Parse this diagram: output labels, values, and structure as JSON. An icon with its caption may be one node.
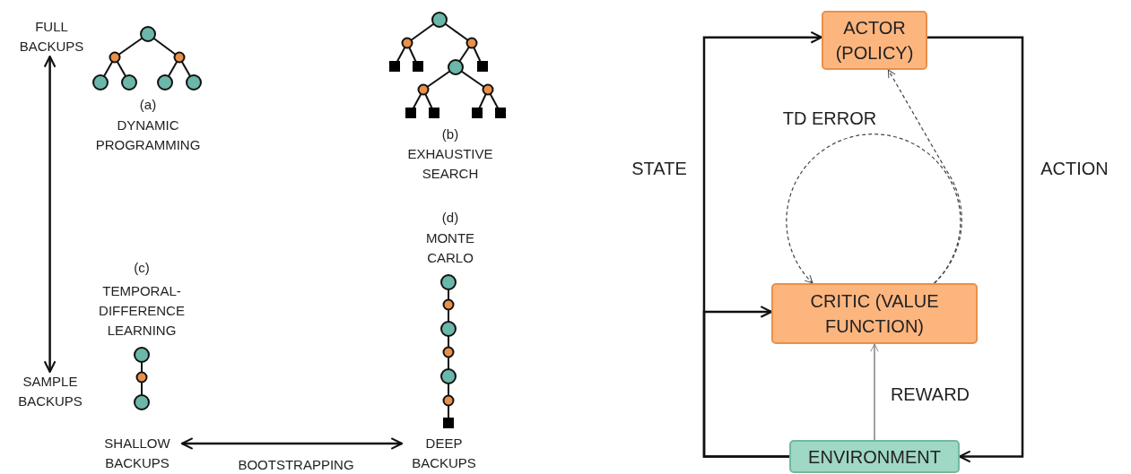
{
  "diagram": {
    "nodes": [
      {
        "text": [
          "FULL BACKUPS"
        ]
      },
      {
        "text": [
          "SAMPLE BACKUPS"
        ]
      },
      {
        "text": [
          "SHALLOW BACKUPS"
        ]
      },
      {
        "text": [
          "DEEP BACKUPS"
        ]
      },
      {
        "text": [
          "ACTOR (POLICY)"
        ]
      },
      {
        "text": [
          "CRITIC (VALUE FUNCTION)"
        ]
      },
      {
        "text": [
          "ENVIRONMENT"
        ]
      }
    ],
    "edges": [
      {
        "from": 0,
        "to": 1,
        "arrow": "both"
      },
      {
        "from": 2,
        "to": 3,
        "arrow": "both",
        "label": "BOOTSTRAPPING"
      },
      {
        "from": 6,
        "to": 4,
        "arrow": "to",
        "label": "STATE"
      },
      {
        "from": 6,
        "to": 5,
        "arrow": "to"
      },
      {
        "from": 4,
        "to": 6,
        "arrow": "to",
        "label": "ACTION"
      },
      {
        "from": 6,
        "to": 5,
        "arrow": "to",
        "label": "REWARD",
        "color": "#888888"
      },
      {
        "from": 5,
        "to": 5,
        "arrow": "to",
        "label": "TD ERROR",
        "style": "dashed"
      },
      {
        "from": 5,
        "to": 4,
        "arrow": "to",
        "style": "dashed"
      }
    ],
    "labels": [
      "(a)",
      "DYNAMIC PROGRAMMING",
      "(b)",
      "EXHAUSTIVE SEARCH",
      "(d)",
      "MONTE CARLO",
      "(c)",
      "TEMPORAL- DIFFERENCE LEARNING"
    ]
  }
}
